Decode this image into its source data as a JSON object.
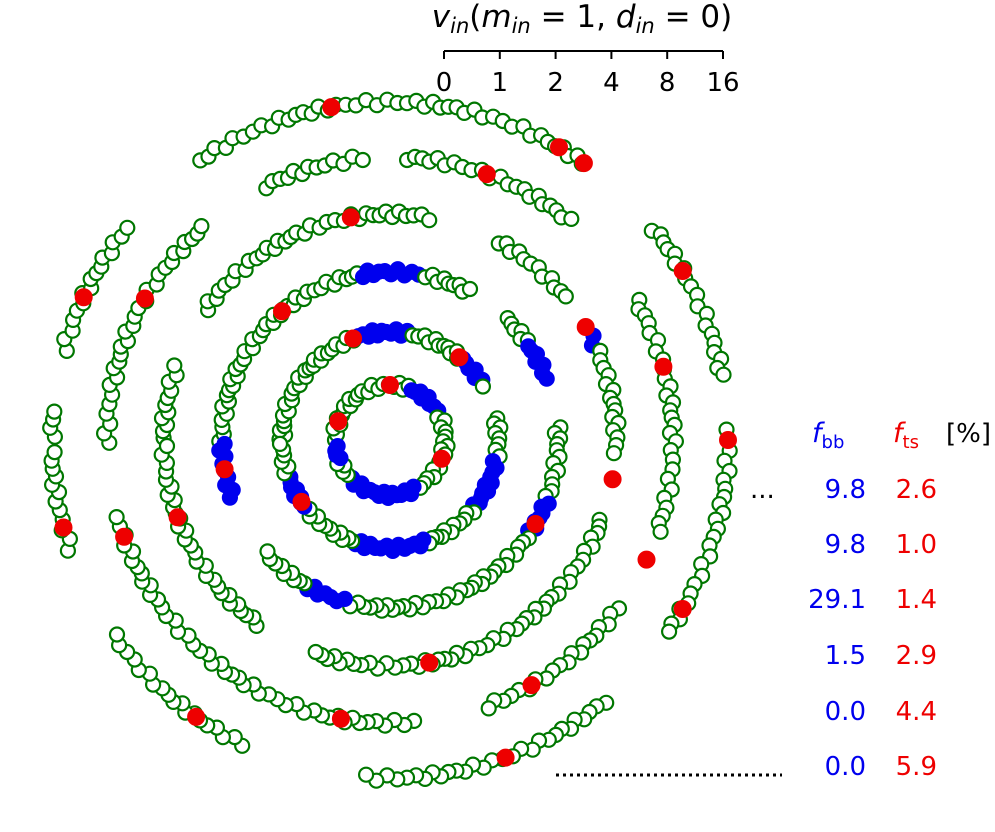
{
  "chart_data": {
    "type": "scatter",
    "title": "v_in(m_in = 1, d_in = 0)",
    "title_parts": {
      "v": "v",
      "v_sub": "in",
      "open": "(",
      "m": "m",
      "m_sub": "in",
      "eq1": " = 1, ",
      "d": "d",
      "d_sub": "in",
      "eq2": " = 0)"
    },
    "scale": {
      "type": "log2-like",
      "ticks": [
        "0",
        "1",
        "2",
        "4",
        "8",
        "16"
      ]
    },
    "table_header": {
      "fbb_symbol": "f",
      "fbb_sub": "bb",
      "fts_symbol": "f",
      "fts_sub": "ts",
      "unit": "[%]"
    },
    "ellipsis": "...",
    "colors": {
      "normal": "#007700",
      "bb": "#0000ee",
      "ts": "#ee0000"
    },
    "legend": "none",
    "grid": false,
    "rings": [
      {
        "ring": 1,
        "fbb": "9.8",
        "fts": "2.6"
      },
      {
        "ring": 2,
        "fbb": "9.8",
        "fts": "1.0"
      },
      {
        "ring": 3,
        "fbb": "29.1",
        "fts": "1.4"
      },
      {
        "ring": 4,
        "fbb": "1.5",
        "fts": "2.9"
      },
      {
        "ring": 5,
        "fbb": "0.0",
        "fts": "4.4"
      },
      {
        "ring": 6,
        "fbb": "0.0",
        "fts": "5.9"
      }
    ],
    "ring_gaps_deg": [
      [],
      [
        [
          -28,
          -12
        ]
      ],
      [
        [
          -62,
          -48
        ],
        [
          -20,
          -5
        ],
        [
          140,
          160
        ]
      ],
      [
        [
          -78,
          -62
        ],
        [
          -38,
          -28
        ],
        [
          5,
          20
        ],
        [
          110,
          125
        ],
        [
          -160,
          -145
        ]
      ],
      [
        [
          -50,
          -30
        ],
        [
          20,
          35
        ],
        [
          70,
          85
        ],
        [
          165,
          180
        ],
        [
          -130,
          -118
        ],
        [
          -95,
          -88
        ]
      ],
      [
        [
          -55,
          -40
        ],
        [
          -10,
          -2
        ],
        [
          35,
          50
        ],
        [
          95,
          115
        ],
        [
          145,
          160
        ],
        [
          -175,
          -165
        ],
        [
          -140,
          -125
        ]
      ]
    ],
    "bb_arcs_deg": [
      [
        [
          60,
          140
        ],
        [
          160,
          200
        ],
        [
          -70,
          -30
        ]
      ],
      [
        [
          10,
          40
        ],
        [
          70,
          110
        ],
        [
          140,
          160
        ],
        [
          -110,
          -80
        ],
        [
          -50,
          -30
        ]
      ],
      [
        [
          105,
          120
        ],
        [
          150,
          210
        ],
        [
          -100,
          -80
        ],
        [
          -35,
          -20
        ],
        [
          20,
          35
        ]
      ],
      [
        [
          -30,
          -25
        ]
      ],
      [],
      []
    ],
    "ts_angles_deg": [
      [
        -90,
        20,
        200
      ],
      [
        -50,
        145,
        250
      ],
      [
        30,
        170,
        230
      ],
      [
        10,
        80,
        160,
        260,
        330
      ],
      [
        -15,
        25,
        60,
        100,
        160,
        210,
        290
      ],
      [
        -60,
        0,
        30,
        70,
        125,
        165,
        205,
        260,
        305,
        330
      ]
    ]
  }
}
